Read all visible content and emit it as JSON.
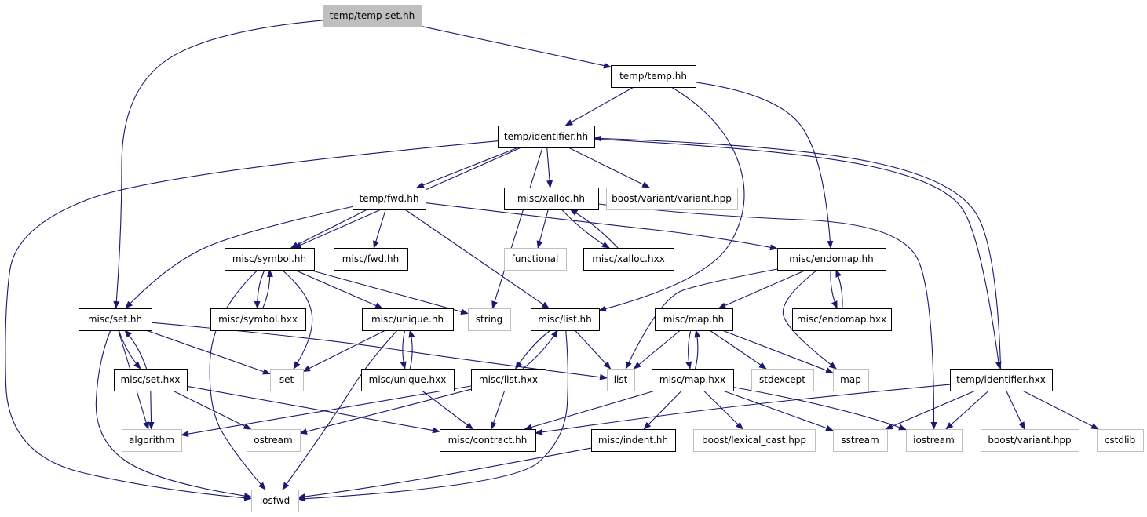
{
  "diagram": {
    "colors": {
      "edge": "#191970",
      "root_fill": "#bfbfbf",
      "local_border": "#000000",
      "external_border": "#bfbfbf",
      "node_fill": "#ffffff"
    },
    "nodes": [
      {
        "id": "temp_set_hh",
        "label": "temp/temp-set.hh",
        "kind": "root"
      },
      {
        "id": "temp_temp_hh",
        "label": "temp/temp.hh",
        "kind": "local"
      },
      {
        "id": "temp_identifier_hh",
        "label": "temp/identifier.hh",
        "kind": "local"
      },
      {
        "id": "temp_fwd_hh",
        "label": "temp/fwd.hh",
        "kind": "local"
      },
      {
        "id": "misc_xalloc_hh",
        "label": "misc/xalloc.hh",
        "kind": "local"
      },
      {
        "id": "boost_variant_variant_hpp",
        "label": "boost/variant/variant.hpp",
        "kind": "external"
      },
      {
        "id": "misc_symbol_hh",
        "label": "misc/symbol.hh",
        "kind": "local"
      },
      {
        "id": "misc_fwd_hh",
        "label": "misc/fwd.hh",
        "kind": "local"
      },
      {
        "id": "functional",
        "label": "functional",
        "kind": "external"
      },
      {
        "id": "misc_xalloc_hxx",
        "label": "misc/xalloc.hxx",
        "kind": "local"
      },
      {
        "id": "misc_endomap_hh",
        "label": "misc/endomap.hh",
        "kind": "local"
      },
      {
        "id": "misc_set_hh",
        "label": "misc/set.hh",
        "kind": "local"
      },
      {
        "id": "misc_symbol_hxx",
        "label": "misc/symbol.hxx",
        "kind": "local"
      },
      {
        "id": "misc_unique_hh",
        "label": "misc/unique.hh",
        "kind": "local"
      },
      {
        "id": "string",
        "label": "string",
        "kind": "external"
      },
      {
        "id": "misc_list_hh",
        "label": "misc/list.hh",
        "kind": "local"
      },
      {
        "id": "misc_map_hh",
        "label": "misc/map.hh",
        "kind": "local"
      },
      {
        "id": "misc_endomap_hxx",
        "label": "misc/endomap.hxx",
        "kind": "local"
      },
      {
        "id": "misc_set_hxx",
        "label": "misc/set.hxx",
        "kind": "local"
      },
      {
        "id": "set",
        "label": "set",
        "kind": "external"
      },
      {
        "id": "misc_unique_hxx",
        "label": "misc/unique.hxx",
        "kind": "local"
      },
      {
        "id": "misc_list_hxx",
        "label": "misc/list.hxx",
        "kind": "local"
      },
      {
        "id": "list",
        "label": "list",
        "kind": "external"
      },
      {
        "id": "misc_map_hxx",
        "label": "misc/map.hxx",
        "kind": "local"
      },
      {
        "id": "stdexcept",
        "label": "stdexcept",
        "kind": "external"
      },
      {
        "id": "map",
        "label": "map",
        "kind": "external"
      },
      {
        "id": "temp_identifier_hxx",
        "label": "temp/identifier.hxx",
        "kind": "local"
      },
      {
        "id": "algorithm",
        "label": "algorithm",
        "kind": "external"
      },
      {
        "id": "ostream",
        "label": "ostream",
        "kind": "external"
      },
      {
        "id": "misc_contract_hh",
        "label": "misc/contract.hh",
        "kind": "local"
      },
      {
        "id": "misc_indent_hh",
        "label": "misc/indent.hh",
        "kind": "local"
      },
      {
        "id": "boost_lexical_cast_hpp",
        "label": "boost/lexical_cast.hpp",
        "kind": "external"
      },
      {
        "id": "sstream",
        "label": "sstream",
        "kind": "external"
      },
      {
        "id": "iostream",
        "label": "iostream",
        "kind": "external"
      },
      {
        "id": "boost_variant_hpp",
        "label": "boost/variant.hpp",
        "kind": "external"
      },
      {
        "id": "cstdlib",
        "label": "cstdlib",
        "kind": "external"
      },
      {
        "id": "iosfwd",
        "label": "iosfwd",
        "kind": "external"
      }
    ],
    "edges": [
      {
        "from": "temp_set_hh",
        "to": "temp_temp_hh"
      },
      {
        "from": "temp_set_hh",
        "to": "misc_set_hh"
      },
      {
        "from": "temp_temp_hh",
        "to": "temp_identifier_hh"
      },
      {
        "from": "temp_temp_hh",
        "to": "misc_endomap_hh"
      },
      {
        "from": "temp_temp_hh",
        "to": "misc_list_hh"
      },
      {
        "from": "temp_identifier_hh",
        "to": "temp_fwd_hh"
      },
      {
        "from": "temp_identifier_hh",
        "to": "misc_xalloc_hh"
      },
      {
        "from": "temp_identifier_hh",
        "to": "boost_variant_variant_hpp"
      },
      {
        "from": "temp_identifier_hh",
        "to": "misc_symbol_hh"
      },
      {
        "from": "temp_identifier_hh",
        "to": "string"
      },
      {
        "from": "temp_identifier_hh",
        "to": "iosfwd"
      },
      {
        "from": "temp_identifier_hh",
        "to": "temp_identifier_hxx"
      },
      {
        "from": "temp_fwd_hh",
        "to": "misc_symbol_hh"
      },
      {
        "from": "temp_fwd_hh",
        "to": "misc_fwd_hh"
      },
      {
        "from": "temp_fwd_hh",
        "to": "misc_endomap_hh"
      },
      {
        "from": "temp_fwd_hh",
        "to": "misc_set_hh"
      },
      {
        "from": "temp_fwd_hh",
        "to": "misc_list_hh"
      },
      {
        "from": "misc_xalloc_hh",
        "to": "functional"
      },
      {
        "from": "misc_xalloc_hh",
        "to": "misc_xalloc_hxx"
      },
      {
        "from": "misc_xalloc_hh",
        "to": "iostream"
      },
      {
        "from": "misc_xalloc_hxx",
        "to": "misc_xalloc_hh"
      },
      {
        "from": "misc_symbol_hh",
        "to": "misc_symbol_hxx"
      },
      {
        "from": "misc_symbol_hh",
        "to": "misc_unique_hh"
      },
      {
        "from": "misc_symbol_hh",
        "to": "string"
      },
      {
        "from": "misc_symbol_hh",
        "to": "set"
      },
      {
        "from": "misc_symbol_hh",
        "to": "iosfwd"
      },
      {
        "from": "misc_symbol_hxx",
        "to": "misc_symbol_hh"
      },
      {
        "from": "misc_endomap_hh",
        "to": "misc_map_hh"
      },
      {
        "from": "misc_endomap_hh",
        "to": "misc_endomap_hxx"
      },
      {
        "from": "misc_endomap_hh",
        "to": "map"
      },
      {
        "from": "misc_endomap_hh",
        "to": "list"
      },
      {
        "from": "misc_endomap_hxx",
        "to": "misc_endomap_hh"
      },
      {
        "from": "misc_set_hh",
        "to": "misc_set_hxx"
      },
      {
        "from": "misc_set_hh",
        "to": "set"
      },
      {
        "from": "misc_set_hh",
        "to": "list"
      },
      {
        "from": "misc_set_hh",
        "to": "algorithm"
      },
      {
        "from": "misc_set_hh",
        "to": "iosfwd"
      },
      {
        "from": "misc_set_hxx",
        "to": "misc_set_hh"
      },
      {
        "from": "misc_set_hxx",
        "to": "algorithm"
      },
      {
        "from": "misc_set_hxx",
        "to": "ostream"
      },
      {
        "from": "misc_set_hxx",
        "to": "misc_contract_hh"
      },
      {
        "from": "misc_unique_hh",
        "to": "misc_unique_hxx"
      },
      {
        "from": "misc_unique_hh",
        "to": "set"
      },
      {
        "from": "misc_unique_hh",
        "to": "iosfwd"
      },
      {
        "from": "misc_unique_hxx",
        "to": "misc_unique_hh"
      },
      {
        "from": "misc_unique_hxx",
        "to": "misc_contract_hh"
      },
      {
        "from": "misc_list_hh",
        "to": "misc_list_hxx"
      },
      {
        "from": "misc_list_hh",
        "to": "list"
      },
      {
        "from": "misc_list_hh",
        "to": "iosfwd"
      },
      {
        "from": "misc_list_hxx",
        "to": "misc_list_hh"
      },
      {
        "from": "misc_list_hxx",
        "to": "misc_contract_hh"
      },
      {
        "from": "misc_list_hxx",
        "to": "algorithm"
      },
      {
        "from": "misc_list_hxx",
        "to": "ostream"
      },
      {
        "from": "misc_map_hh",
        "to": "misc_map_hxx"
      },
      {
        "from": "misc_map_hh",
        "to": "list"
      },
      {
        "from": "misc_map_hh",
        "to": "stdexcept"
      },
      {
        "from": "misc_map_hh",
        "to": "map"
      },
      {
        "from": "misc_map_hxx",
        "to": "misc_map_hh"
      },
      {
        "from": "misc_map_hxx",
        "to": "misc_contract_hh"
      },
      {
        "from": "misc_map_hxx",
        "to": "misc_indent_hh"
      },
      {
        "from": "misc_map_hxx",
        "to": "boost_lexical_cast_hpp"
      },
      {
        "from": "misc_map_hxx",
        "to": "sstream"
      },
      {
        "from": "misc_map_hxx",
        "to": "iostream"
      },
      {
        "from": "misc_indent_hh",
        "to": "iosfwd"
      },
      {
        "from": "temp_identifier_hxx",
        "to": "temp_identifier_hh"
      },
      {
        "from": "temp_identifier_hxx",
        "to": "misc_contract_hh"
      },
      {
        "from": "temp_identifier_hxx",
        "to": "sstream"
      },
      {
        "from": "temp_identifier_hxx",
        "to": "iostream"
      },
      {
        "from": "temp_identifier_hxx",
        "to": "boost_variant_hpp"
      },
      {
        "from": "temp_identifier_hxx",
        "to": "cstdlib"
      }
    ]
  }
}
